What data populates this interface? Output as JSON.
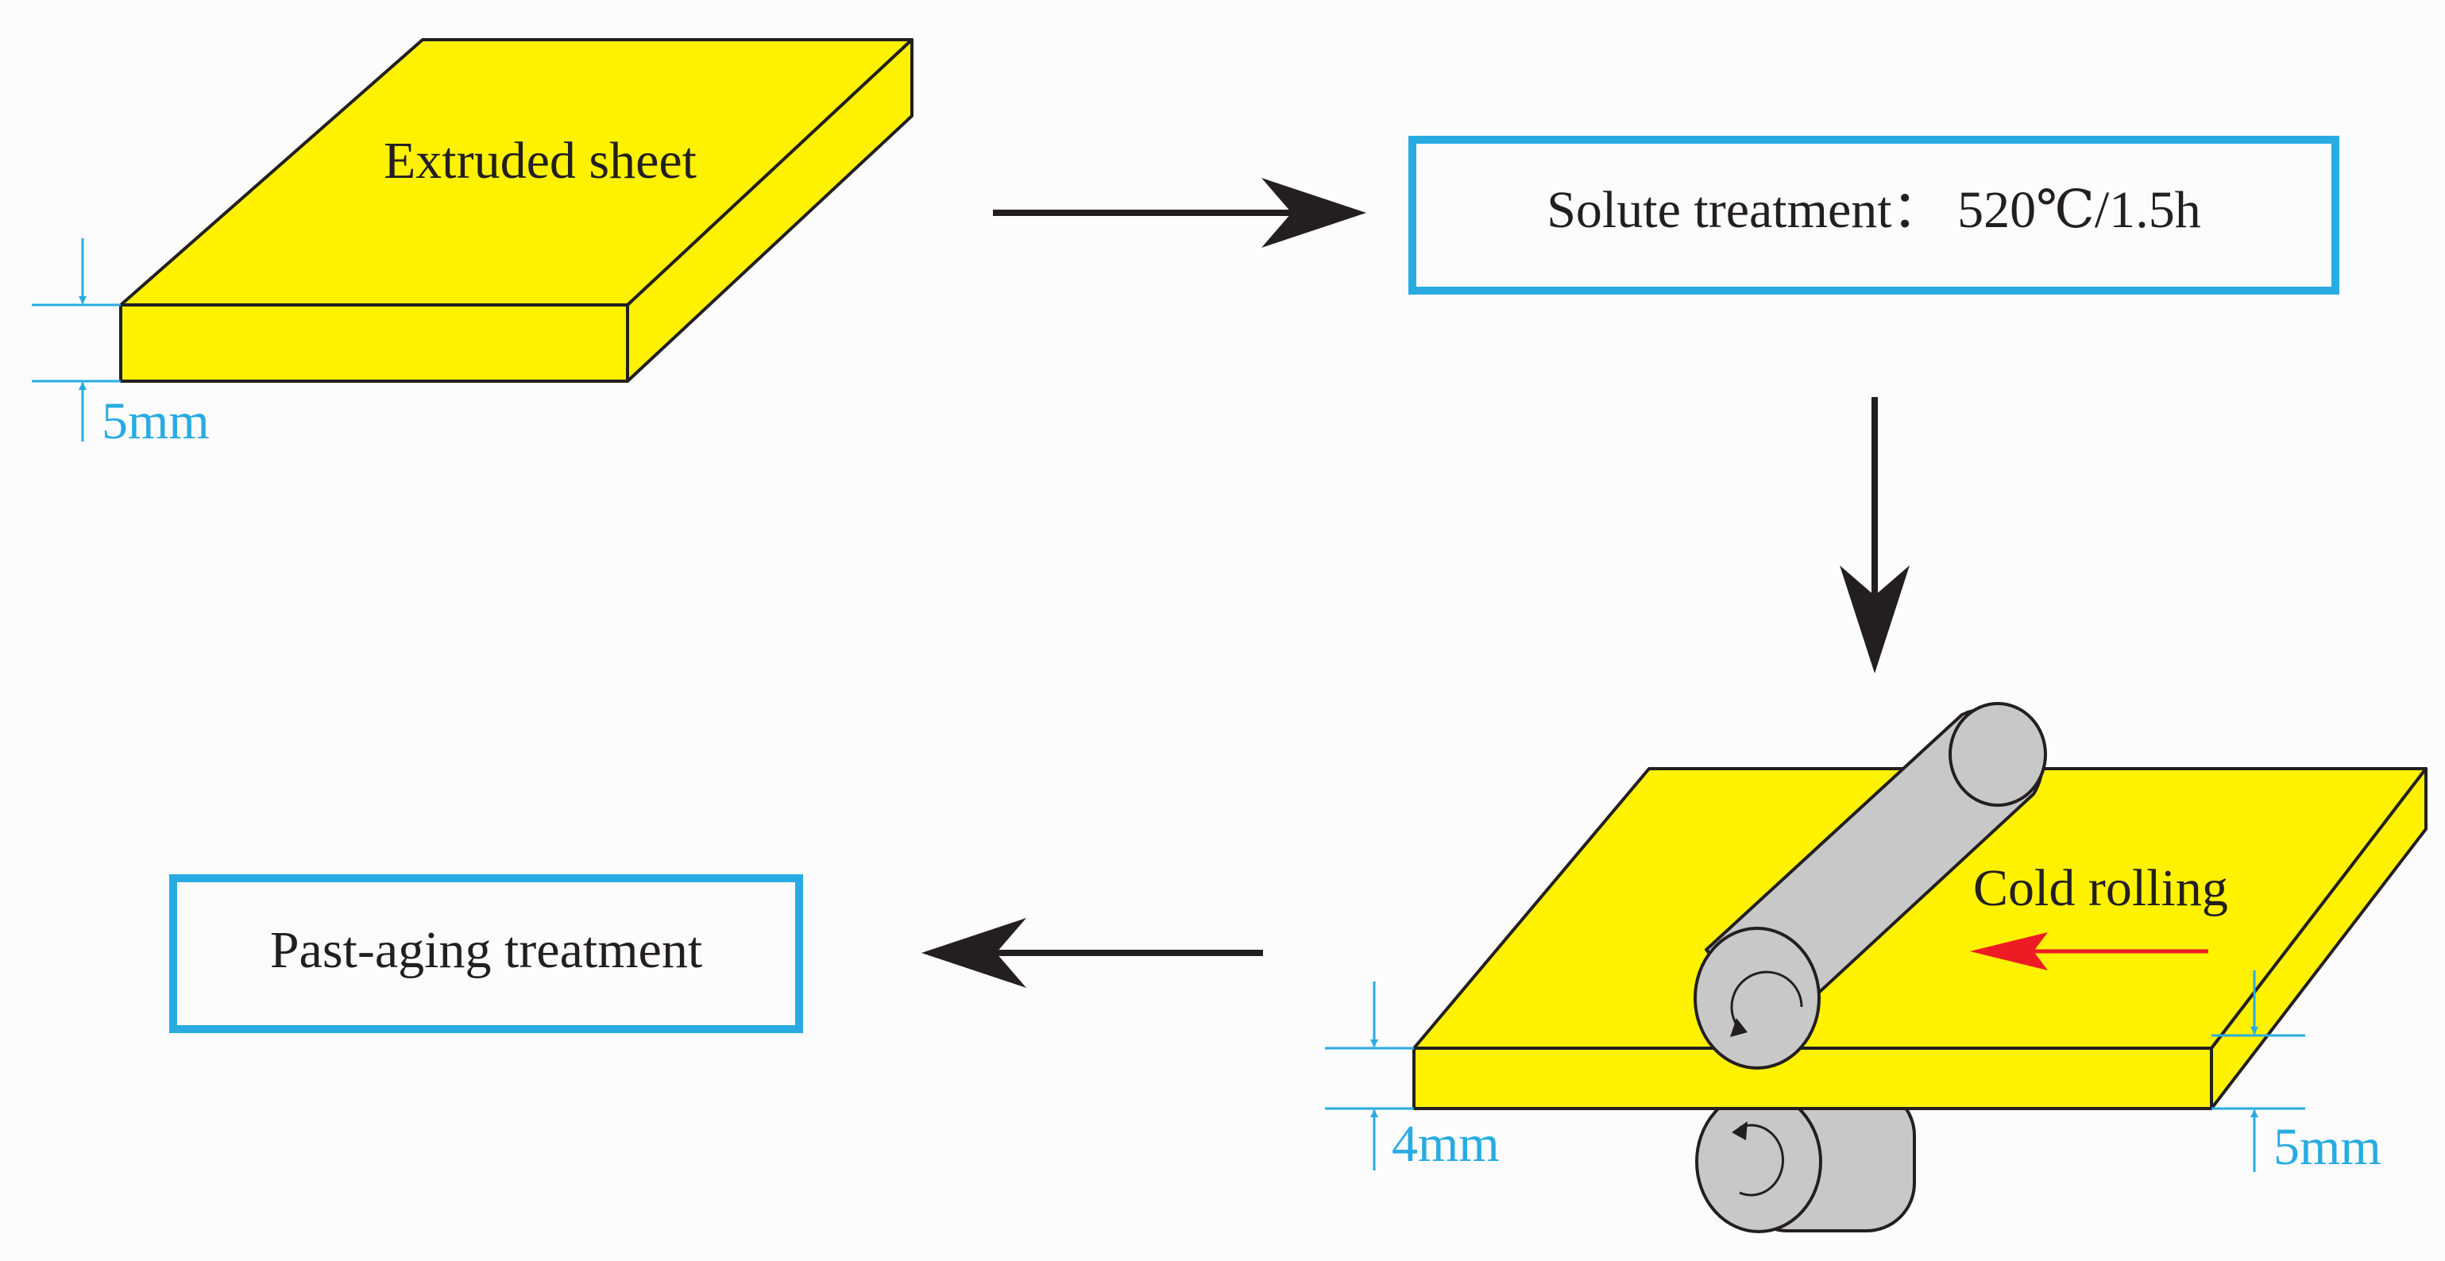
{
  "colors": {
    "sheet_fill": "#fff200",
    "outline": "#231f20",
    "box_border": "#29abe2",
    "dimension": "#29abe2",
    "roller_fill": "#c8c8c8",
    "direction_arrow": "#ed1c24",
    "background": "#fcfcfc"
  },
  "sheet": {
    "label": "Extruded sheet",
    "thickness_label": "5mm"
  },
  "solution": {
    "label": "Solute treatment： 520℃/1.5h"
  },
  "rolling": {
    "label": "Cold rolling",
    "entry_thickness_label": "5mm",
    "exit_thickness_label": "4mm"
  },
  "aging": {
    "label": "Past-aging treatment"
  }
}
